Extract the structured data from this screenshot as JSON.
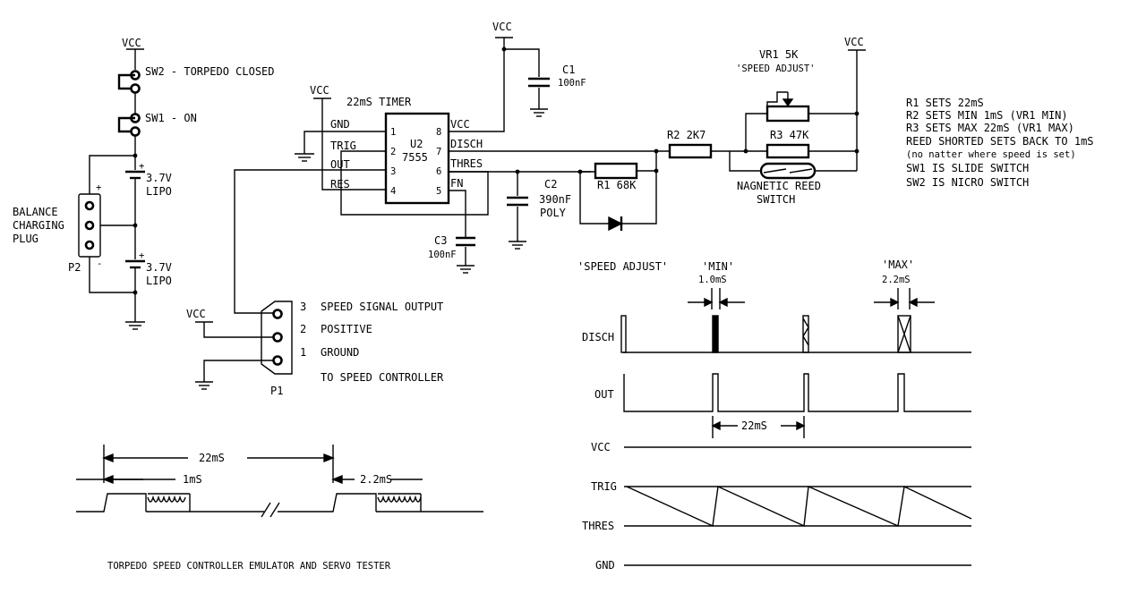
{
  "labels": {
    "vcc": "VCC",
    "sw2": "SW2 - TORPEDO CLOSED",
    "sw1": "SW1 - ON",
    "lipo_v": "3.7V",
    "lipo": "LIPO",
    "plus": "+",
    "minus": "-",
    "balance": "BALANCE",
    "charging": "CHARGING",
    "plug": "PLUG",
    "p2": "P2",
    "p1": "P1",
    "timer_title": "22mS TIMER",
    "u2": "U2",
    "chip": "7555",
    "gnd": "GND",
    "trig": "TRIG",
    "out": "OUT",
    "res": "RES",
    "vcc_pin": "VCC",
    "disch": "DISCH",
    "thres": "THRES",
    "fn": "FN",
    "pin1": "1",
    "pin2": "2",
    "pin3": "3",
    "pin4": "4",
    "pin5": "5",
    "pin6": "6",
    "pin7": "7",
    "pin8": "8",
    "c1": "C1",
    "c1_val": "100nF",
    "c2": "C2",
    "c2_val": "390nF",
    "c2_type": "POLY",
    "c3": "C3",
    "c3_val": "100nF",
    "r1": "R1 68K",
    "r2": "R2 2K7",
    "r3": "R3 47K",
    "vr1": "VR1 5K",
    "vr1_name": "'SPEED ADJUST'",
    "reed1": "NAGNETIC REED",
    "reed2": "SWITCH",
    "p1_pin3": "3",
    "p1_pin2": "2",
    "p1_pin1": "1",
    "speed_signal": "SPEED SIGNAL OUTPUT",
    "positive": "POSITIVE",
    "ground": "GROUND",
    "to_controller": "TO SPEED CONTROLLER",
    "pulse_22": "22mS",
    "pulse_1": "1mS",
    "pulse_22b": "2.2mS",
    "caption": "TORPEDO SPEED CONTROLLER EMULATOR AND SERVO TESTER",
    "speed_adjust": "'SPEED ADJUST'",
    "min": "'MIN'",
    "min_val": "1.0mS",
    "max": "'MAX'",
    "max_val": "2.2mS",
    "t_disch": "DISCH",
    "t_out": "OUT",
    "t_vcc": "VCC",
    "t_trig": "TRIG",
    "t_thres": "THRES",
    "t_gnd": "GND",
    "t_22": "22mS"
  },
  "notes": [
    "R1 SETS 22mS",
    "R2 SETS MIN 1mS (VR1 MIN)",
    "R3 SETS MAX 22mS (VR1 MAX)",
    "REED SHORTED SETS BACK TO 1mS",
    "(no natter where speed is set)",
    "SW1 IS SLIDE SWITCH",
    "SW2 IS NICRO SWITCH"
  ]
}
